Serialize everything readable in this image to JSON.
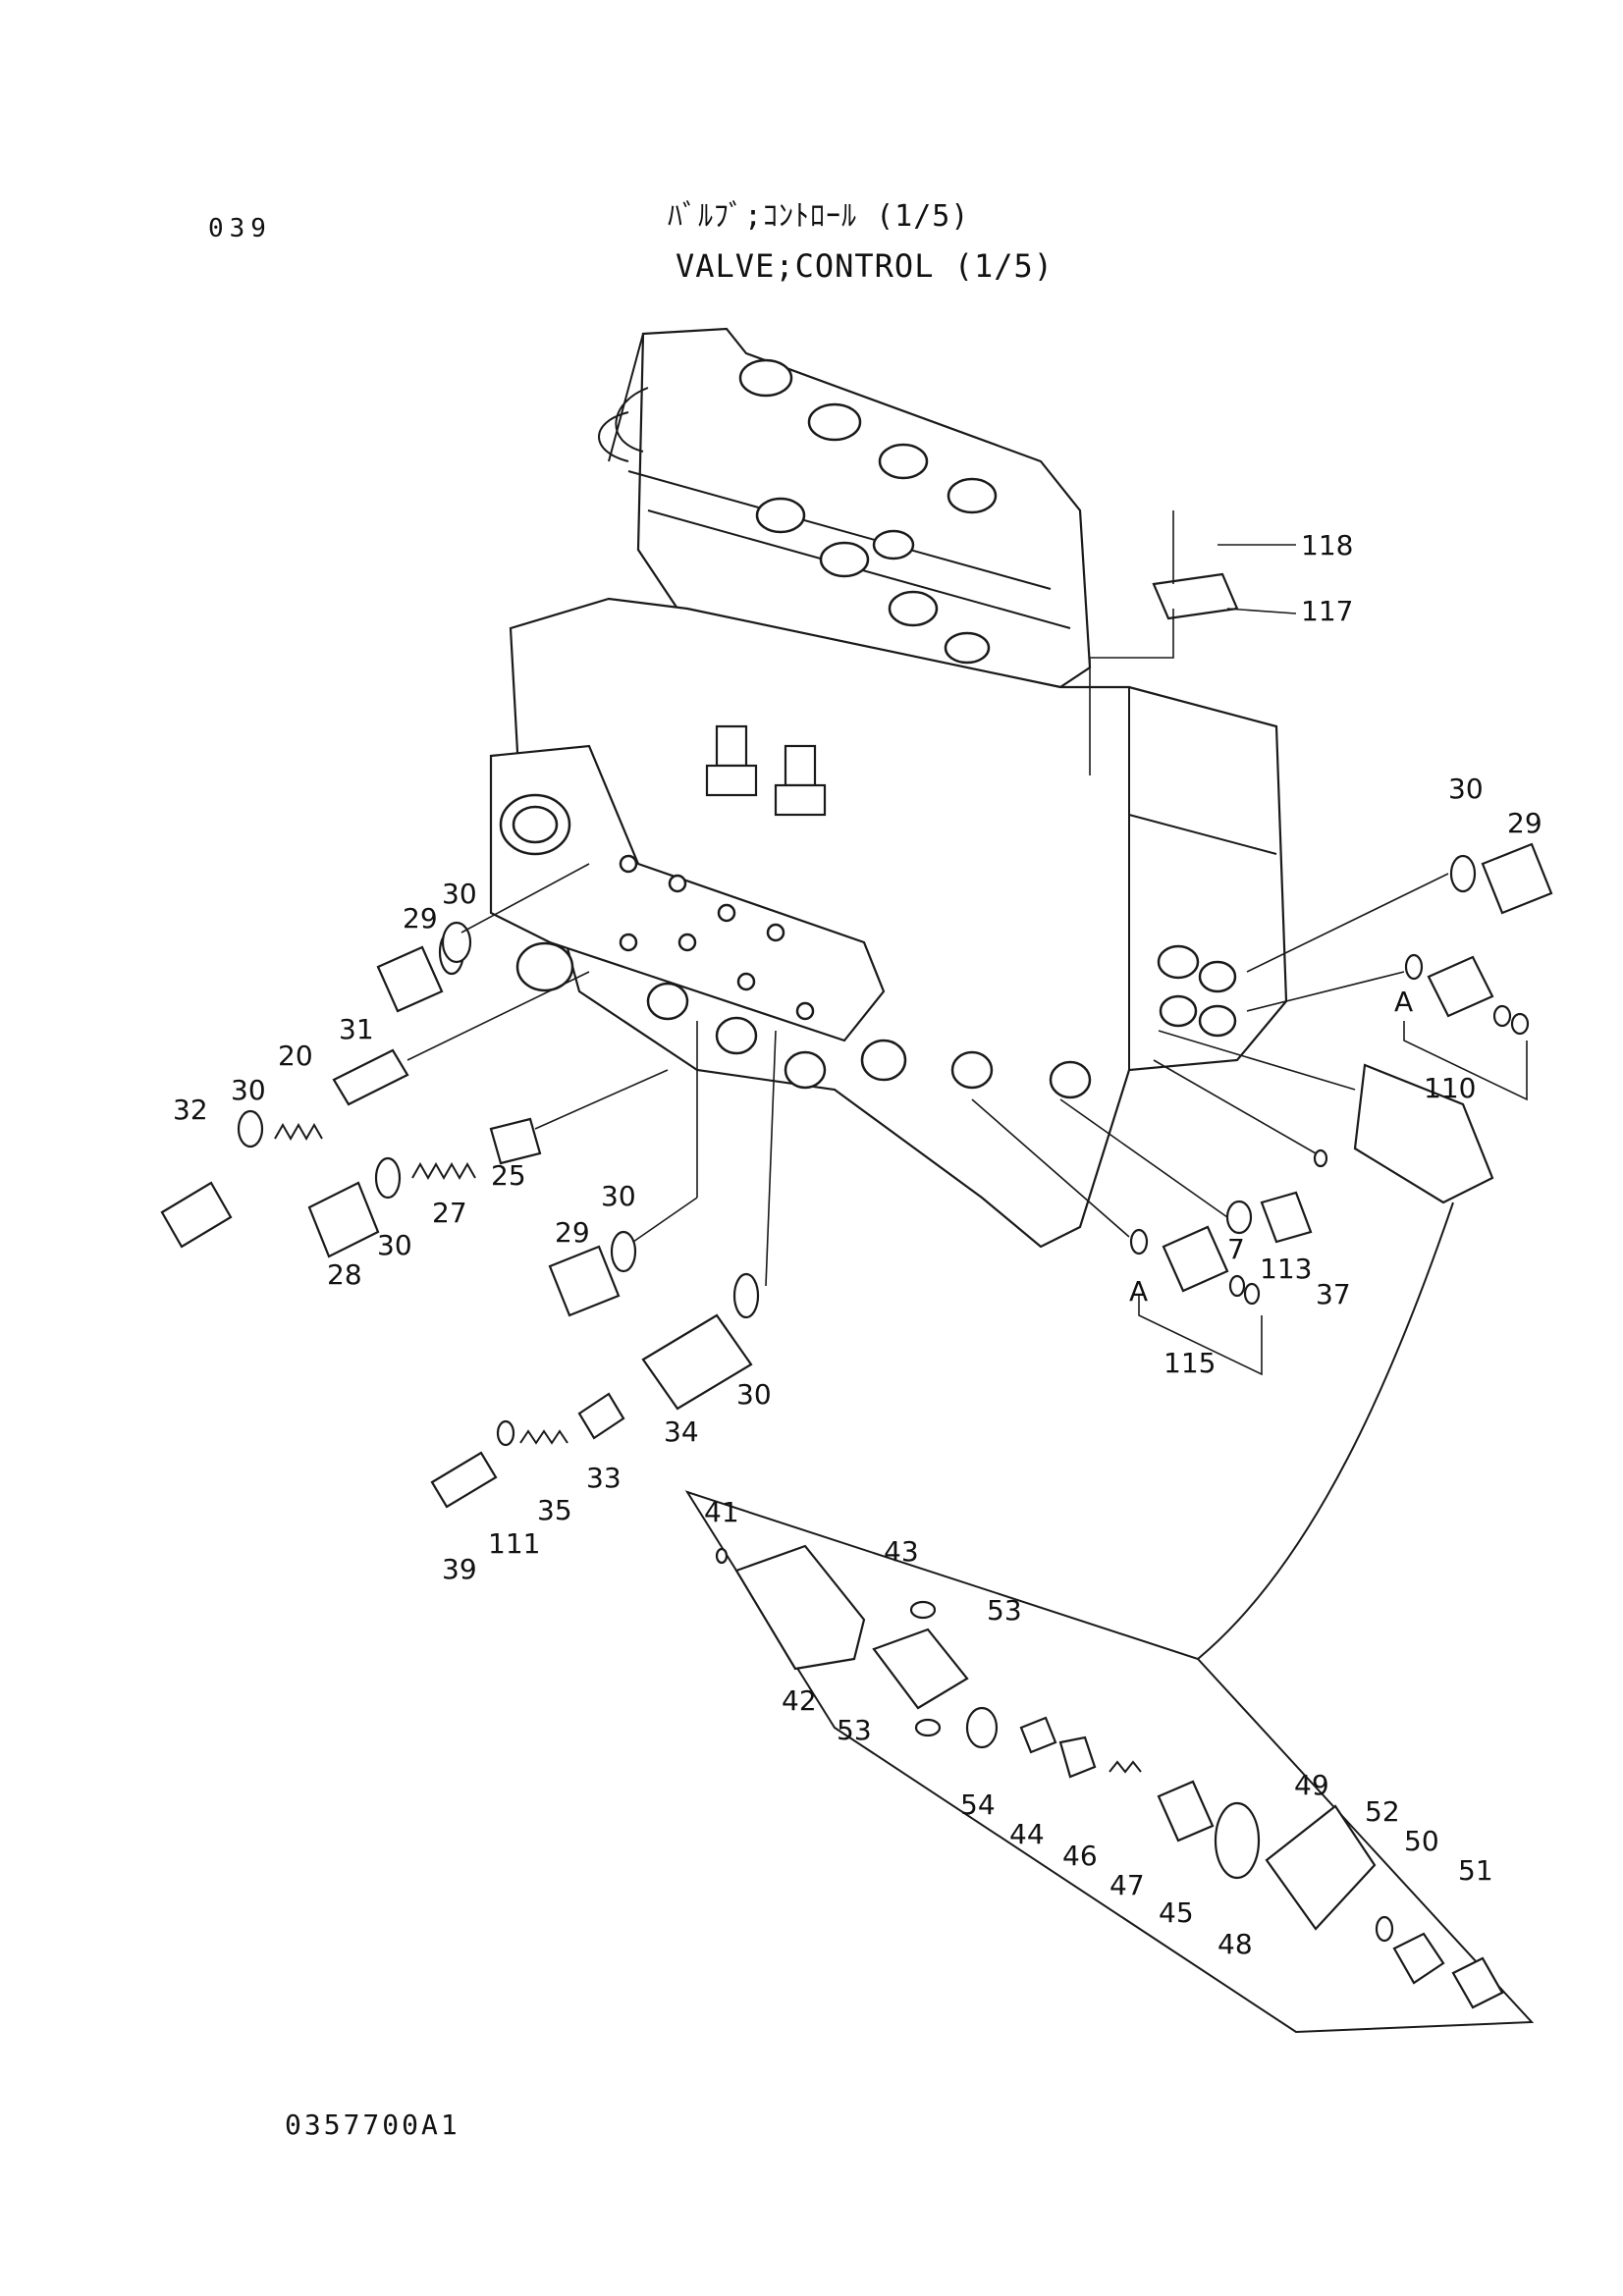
{
  "header": {
    "page_number": "039",
    "title_jp": "ﾊﾞﾙﾌﾞ;ｺﾝﾄﾛｰﾙ (1/5)",
    "title_en": "VALVE;CONTROL (1/5)"
  },
  "footer": {
    "drawing_code": "0357700A1"
  },
  "callouts": [
    {
      "id": "c118",
      "label": "118"
    },
    {
      "id": "c117",
      "label": "117"
    },
    {
      "id": "c30a",
      "label": "30"
    },
    {
      "id": "c29a",
      "label": "29"
    },
    {
      "id": "c29b",
      "label": "29"
    },
    {
      "id": "c30b",
      "label": "30"
    },
    {
      "id": "c31",
      "label": "31"
    },
    {
      "id": "c20",
      "label": "20"
    },
    {
      "id": "c30c",
      "label": "30"
    },
    {
      "id": "c32",
      "label": "32"
    },
    {
      "id": "c30d",
      "label": "30"
    },
    {
      "id": "c27",
      "label": "27"
    },
    {
      "id": "c25",
      "label": "25"
    },
    {
      "id": "c28",
      "label": "28"
    },
    {
      "id": "c29c",
      "label": "29"
    },
    {
      "id": "c30e",
      "label": "30"
    },
    {
      "id": "cA1",
      "label": "A"
    },
    {
      "id": "c110",
      "label": "110"
    },
    {
      "id": "c7",
      "label": "7"
    },
    {
      "id": "c113",
      "label": "113"
    },
    {
      "id": "c37",
      "label": "37"
    },
    {
      "id": "cA2",
      "label": "A"
    },
    {
      "id": "c115",
      "label": "115"
    },
    {
      "id": "c30f",
      "label": "30"
    },
    {
      "id": "c34",
      "label": "34"
    },
    {
      "id": "c33",
      "label": "33"
    },
    {
      "id": "c35",
      "label": "35"
    },
    {
      "id": "c111",
      "label": "111"
    },
    {
      "id": "c39",
      "label": "39"
    },
    {
      "id": "c41",
      "label": "41"
    },
    {
      "id": "c43",
      "label": "43"
    },
    {
      "id": "c53a",
      "label": "53"
    },
    {
      "id": "c42",
      "label": "42"
    },
    {
      "id": "c53b",
      "label": "53"
    },
    {
      "id": "c54",
      "label": "54"
    },
    {
      "id": "c44",
      "label": "44"
    },
    {
      "id": "c46",
      "label": "46"
    },
    {
      "id": "c47",
      "label": "47"
    },
    {
      "id": "c45",
      "label": "45"
    },
    {
      "id": "c48",
      "label": "48"
    },
    {
      "id": "c49",
      "label": "49"
    },
    {
      "id": "c52",
      "label": "52"
    },
    {
      "id": "c50",
      "label": "50"
    },
    {
      "id": "c51",
      "label": "51"
    }
  ]
}
